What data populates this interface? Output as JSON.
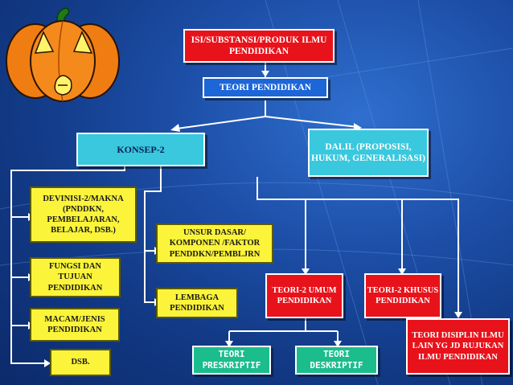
{
  "nodes": {
    "isi": "ISI/SUBSTANSI/PRODUK ILMU PENDIDIKAN",
    "teori_pendidikan": "TEORI  PENDIDIKAN",
    "konsep": "KONSEP-2",
    "dalil": "DALIL (PROPOSISI, HUKUM, GENERALISASI)",
    "devinisi": "DEVINISI-2/MAKNA (PNDDKN, PEMBELAJARAN, BELAJAR,  DSB.)",
    "unsur": "UNSUR DASAR/ KOMPONEN /FAKTOR PENDDKN/PEMBLJRN",
    "fungsi": "FUNGSI DAN TUJUAN PENDIDIKAN",
    "lembaga": "LEMBAGA PENDIDIKAN",
    "macam": "MACAM/JENIS PENDIDIKAN",
    "dsb": "DSB.",
    "teori_umum": "TEORI-2 UMUM PENDIDIKAN",
    "teori_khusus": "TEORI-2 KHUSUS PENDIDIKAN",
    "teori_disiplin": "TEORI DISIPLIN ILMU LAIN YG JD RUJUKAN ILMU PENDIDIKAN",
    "preskriptif": "TEORI PRESKRIPTIF",
    "deskriptif": "TEORI DESKRIPTIF"
  },
  "colors": {
    "red_box": "#e8121b",
    "blue_box": "#1c66d8",
    "cyan_box": "#39c8dd",
    "yellow_box": "#fbf43a",
    "green_box": "#1bbd8c",
    "background": "#1d4fa8",
    "pumpkin": "#f07d12"
  },
  "icons": [
    "pumpkin-icon"
  ]
}
